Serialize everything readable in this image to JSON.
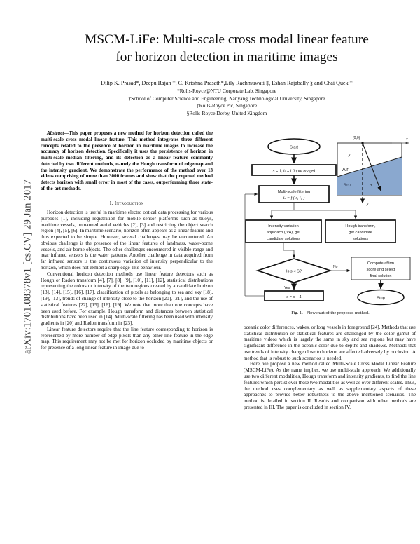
{
  "arxiv_stamp": "arXiv:1701.08378v1  [cs.CV]  29 Jan 2017",
  "title": {
    "line1": "MSCM-LiFe: Multi-scale cross modal linear feature",
    "line2": "for horizon detection in maritime images"
  },
  "authors": {
    "line": "Dilip K. Prasad*, Deepu Rajan †, C. Krishna Prasath*,Lily Rachmuwati ‡, Eshan Rajabally § and Chai Quek †",
    "affiliations": [
      "*Rolls-Royce@NTU Corporate Lab, Singapore",
      "†School of Computer Science and Engineering, Nanyang Technological University, Singapore",
      "‡Rolls-Royce Plc, Singapore",
      "§Rolls-Royce Derby, United Kingdom"
    ]
  },
  "abstract": {
    "lead": "Abstract",
    "dash": "—",
    "body": "This paper proposes a new method for horizon detection called the multi-scale cross modal linear feature. This method integrates three different concepts related to the presence of horizon in maritime images to increase the accuracy of horizon detection. Specifically it uses the persistence of horizon in multi-scale median filtering, and its detection as a linear feature commonly detected by two different methods, namely the Hough transform of edgemap and the intensity gradient. We demonstrate the performance of the method over 13 videos comprising of more than 3000 frames and show that the proposed method detects horizon with small error in most of the cases, outperforming three state-of-the-art methods."
  },
  "sections": {
    "intro": {
      "number": "I.",
      "title": "Introduction",
      "paragraphs": [
        "Horizon detection is useful in maritime electro optical data processing for various purposes [1], including registration for mobile sensor platforms such as buoys, maritime vessels, unmanned aerial vehicles [2], [3] and restricting the object search region [4], [5], [6]. In maritime scenario, horizon often appears as a linear feature and thus expected to be simple. However, several challenges may be encountered. An obvious challenge is the presence of the linear features of landmass, water-borne vessels, and air-borne objects. The other challenges encountered in visible range and near infrared sensors is the water patterns. Another challenge in data acquired from far infrared sensors is the continuous variation of intensity perpendicular to the horizon, which does not exhibit a sharp edge-like behaviour.",
        "Conventional horizon detection methods use linear feature detectors such as Hough or Radon transform [4], [7], [8], [9], [10], [11], [12], statistical distributions representing the colors or intensity of the two regions created by a candidate horizon [13], [14], [15], [16], [17], classification of pixels as belonging to sea and sky [18], [19], [13], trends of change of intensity close to the horizon [20], [21], and the use of statistical features [22], [15], [16], [19]. We note that more than one concepts have been used before. For example, Hough transform and distances between statistical distributions have been used in [14]. Multi-scale filtering has been used with intensity gradients in [20] and Radon transform in [23].",
        "Linear feature detectors require that the line feature corresponding to horizon is represented by more number of edge pixels than any other line feature in the edge map. This requirement may not be met for horizon occluded by maritime objects or for presence of a long linear feature in image due to"
      ],
      "right_paragraphs": [
        "oceanic color differences, wakes, or long vessels in foreground [24]. Methods that use statistical distribution or statistical features are challenged by the color gamut of maritime videos which is largely the same in sky and sea regions but may have significant difference in the oceanic color due to depths and shadows. Methods that use trends of intensity change close to horizon are affected adversely by occlusion. A method that is robust to such scenarios is needed.",
        "Here, we propose a new method called Multi-Scale Cross Modal Linear Feature (MSCM-LiFe). As the name implies, we use multi-scale approach. We additionally use two different modalities, Hough transform and intensity gradients, to find the line features which persist over these two modalities as well as over different scales. Thus, the method uses complementary as well as supplementary aspects of these approaches to provide better robustness to the above mentioned scenarios. The method is detailed in section II. Results and comparison with other methods are presented in III. The paper is concluded in section IV."
      ]
    }
  },
  "figure": {
    "caption_label": "Fig. 1.",
    "caption_text": "Flowchart of the proposed method.",
    "flowchart": {
      "start": "Start",
      "init": "s = 1, iₛ = I (input image)",
      "multiscale_line1": "Multi-scale filtering",
      "multiscale_line2": "iₛ = f ( s, i₁ )",
      "intensity_line1": "Intensity variation",
      "intensity_line2": "approach (IVA), get",
      "intensity_line3": "candidate solutions",
      "hough_line1": "Hough transform,",
      "hough_line2": "get candidate",
      "hough_line3": "solutions",
      "decision": "Is s < S?",
      "label_no": "No",
      "label_yes": "Yes",
      "increment": "s = s + 1",
      "affirm_line1": "Compute affirm",
      "affirm_line2": "score and select",
      "affirm_line3": "final solution",
      "stop": "Stop"
    },
    "schematic": {
      "origin": "(0,0)",
      "axis_x": "x",
      "axis_y": "y",
      "air": "Air",
      "sea": "Sea",
      "y_label": "y",
      "alpha_label": "α",
      "sea_color": "#8aa8cf",
      "sky_color": "#ffffff"
    }
  }
}
